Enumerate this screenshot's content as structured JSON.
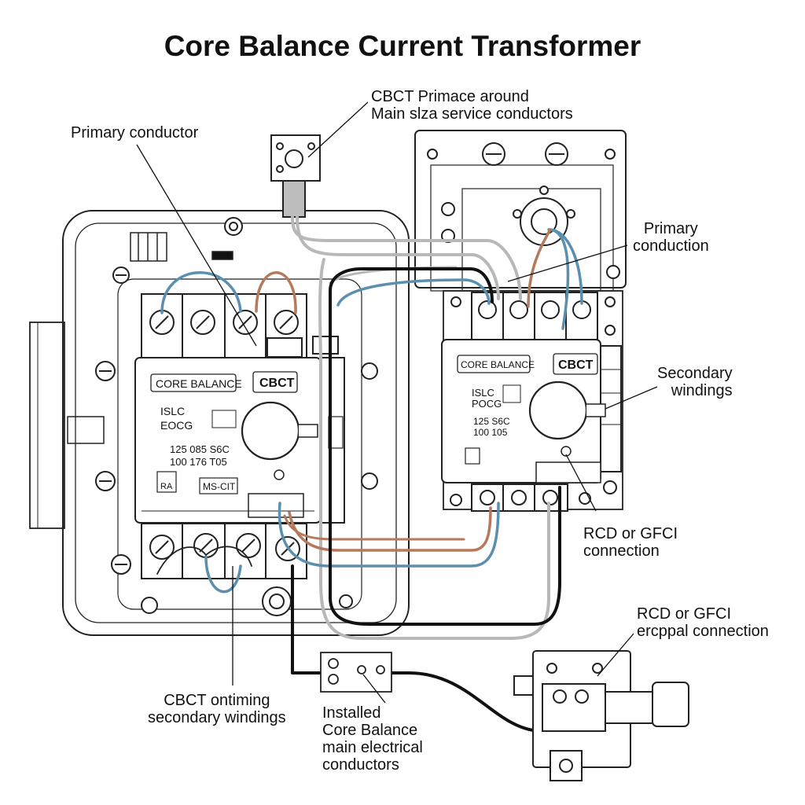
{
  "title": "Core Balance Current Transformer",
  "labels": {
    "cbct_primace": [
      "CBCT Primace around",
      "Main slza service conductors"
    ],
    "primary_conductor": "Primary conductor",
    "primary_conduction": [
      "Primary",
      "conduction"
    ],
    "secondary_windings": [
      "Secondary",
      "windings"
    ],
    "rcd_gfci_connection": [
      "RCD or GFCI",
      "connection"
    ],
    "rcd_gfci_ercppal": [
      "RCD or GFCI",
      "ercppal connection"
    ],
    "cbct_ontiming": [
      "CBCT ontiming",
      "secondary windings"
    ],
    "installed": [
      "Installed",
      "Core Balance",
      "main electrical",
      "conductors"
    ]
  },
  "panel_left": {
    "tag1": "CORE BALANCE",
    "tag2": "CBCT",
    "code1": "ISLC",
    "code2": "EOCG",
    "nums": "125   085   S6C",
    "nums2": "100   176   T05",
    "badge": "MS-CIT",
    "small": "RA"
  },
  "panel_right": {
    "tag1": "CORE BALANCE",
    "tag2": "CBCT",
    "code1": "ISLC",
    "code2": "POCG",
    "nums": "125     S6C",
    "nums2": "100     105"
  },
  "colors": {
    "blue": "#5b8fae",
    "copper": "#b5795b",
    "gray": "#b8b8b8",
    "black": "#111111"
  }
}
